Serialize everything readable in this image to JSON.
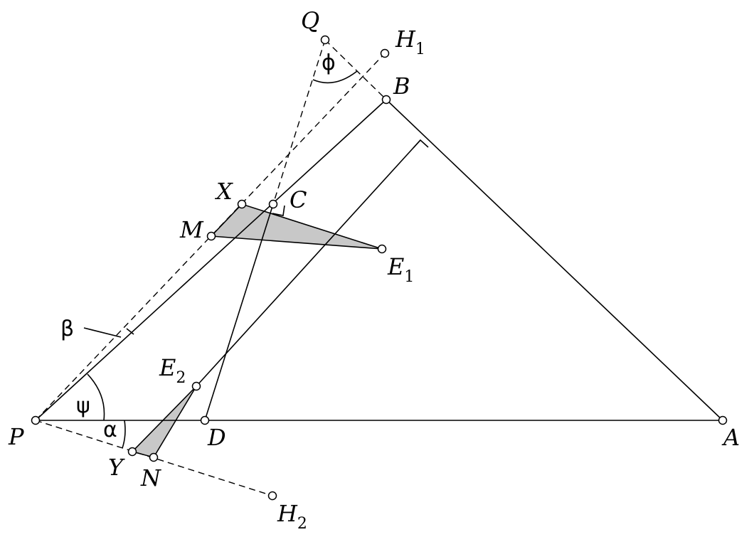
{
  "points": {
    "Q": {
      "label": "Q"
    },
    "H1": {
      "label": "H",
      "sub": "1"
    },
    "B": {
      "label": "B"
    },
    "X": {
      "label": "X"
    },
    "C": {
      "label": "C"
    },
    "M": {
      "label": "M"
    },
    "E1": {
      "label": "E",
      "sub": "1"
    },
    "E2": {
      "label": "E",
      "sub": "2"
    },
    "P": {
      "label": "P"
    },
    "D": {
      "label": "D"
    },
    "A": {
      "label": "A"
    },
    "Y": {
      "label": "Y"
    },
    "N": {
      "label": "N"
    },
    "H2": {
      "label": "H",
      "sub": "2"
    }
  },
  "angles": {
    "phi": "ϕ",
    "beta": "β",
    "psi": "ψ",
    "alpha": "α"
  }
}
